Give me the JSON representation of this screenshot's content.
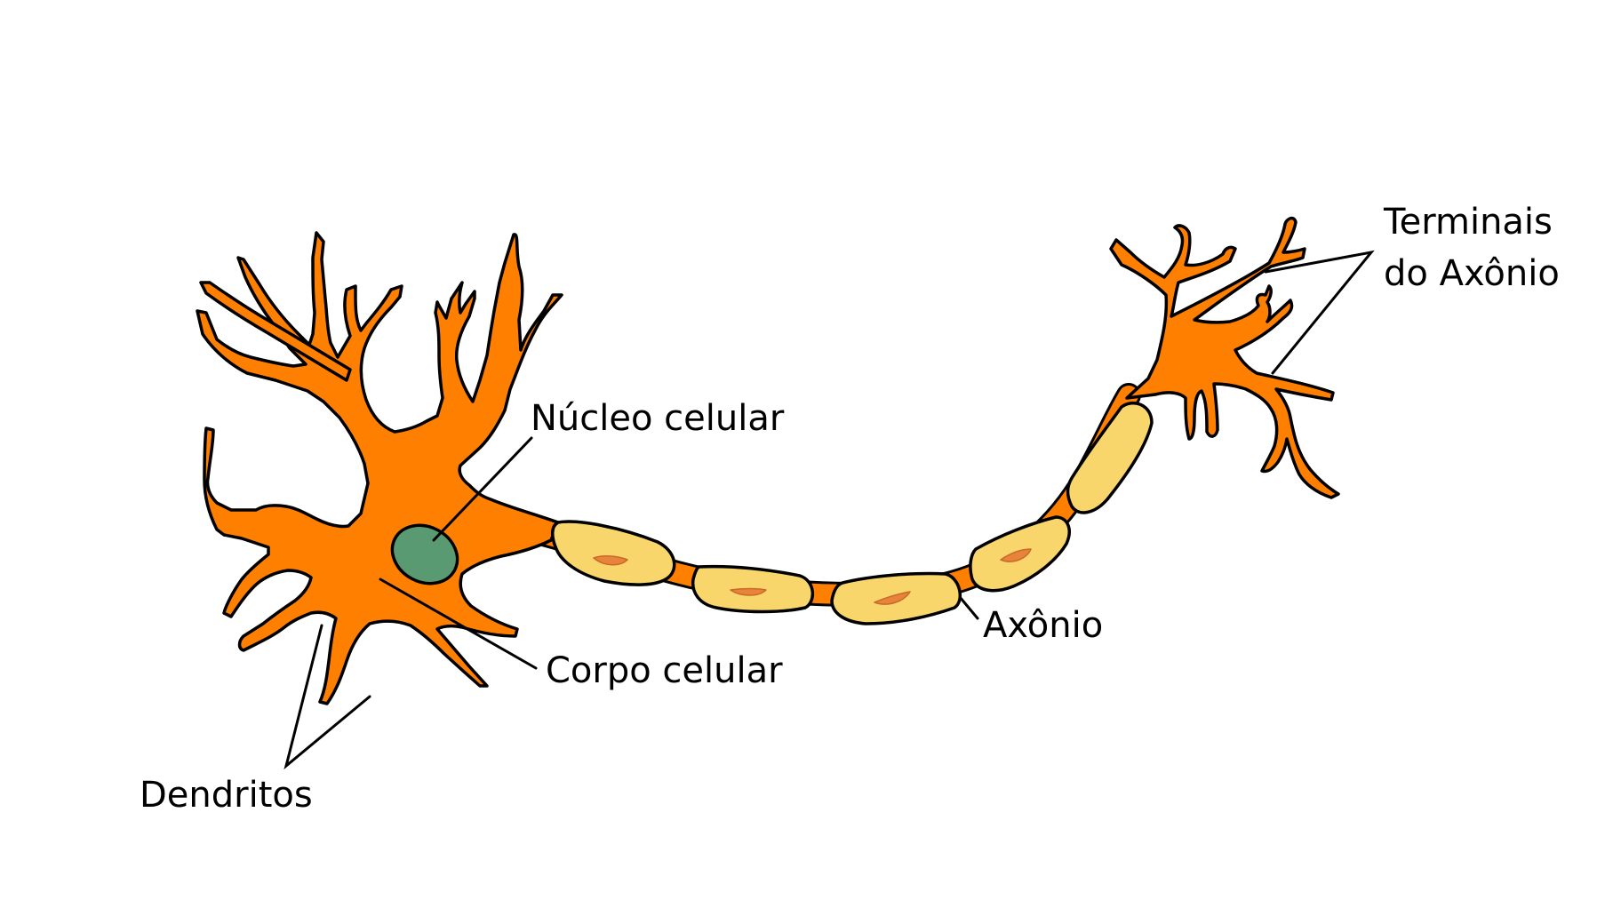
{
  "labels": {
    "nucleo": "Núcleo celular",
    "corpo": "Corpo celular",
    "dendritos": "Dendritos",
    "axonio": "Axônio",
    "terminais_line1": "Terminais",
    "terminais_line2": "do Axônio"
  },
  "colors": {
    "neuron_body": "#ff8000",
    "myelin": "#f9d66c",
    "myelin_nucleus": "#e8833a",
    "cell_nucleus": "#5a9a72",
    "outline": "#000000",
    "background": "#ffffff"
  }
}
